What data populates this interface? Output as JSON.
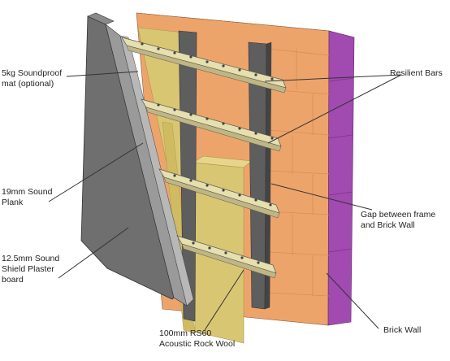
{
  "labels": {
    "soundproof_mat": "5kg Soundproof\nmat (optional)",
    "sound_plank": "19mm Sound\nPlank",
    "plaster_board": "12.5mm Sound\nShield Plaster\nboard",
    "rock_wool": "100mm RS60\nAcoustic Rock Wool",
    "resilient_bars": "Resilient Bars",
    "gap": "Gap between frame\nand  Brick Wall",
    "brick_wall": "Brick Wall"
  },
  "colors": {
    "brick_face": "#eda46b",
    "brick_side": "#a14ab0",
    "brick_top": "#f0b58a",
    "grey_panel": "#6f6f6f",
    "grey_panel_light": "#8a8a8a",
    "mat_strip": "#b3b3b3",
    "stud": "#5e5e5e",
    "rock_wool": "#d9c673",
    "bar": "#e6dfae",
    "leader": "#333333"
  }
}
